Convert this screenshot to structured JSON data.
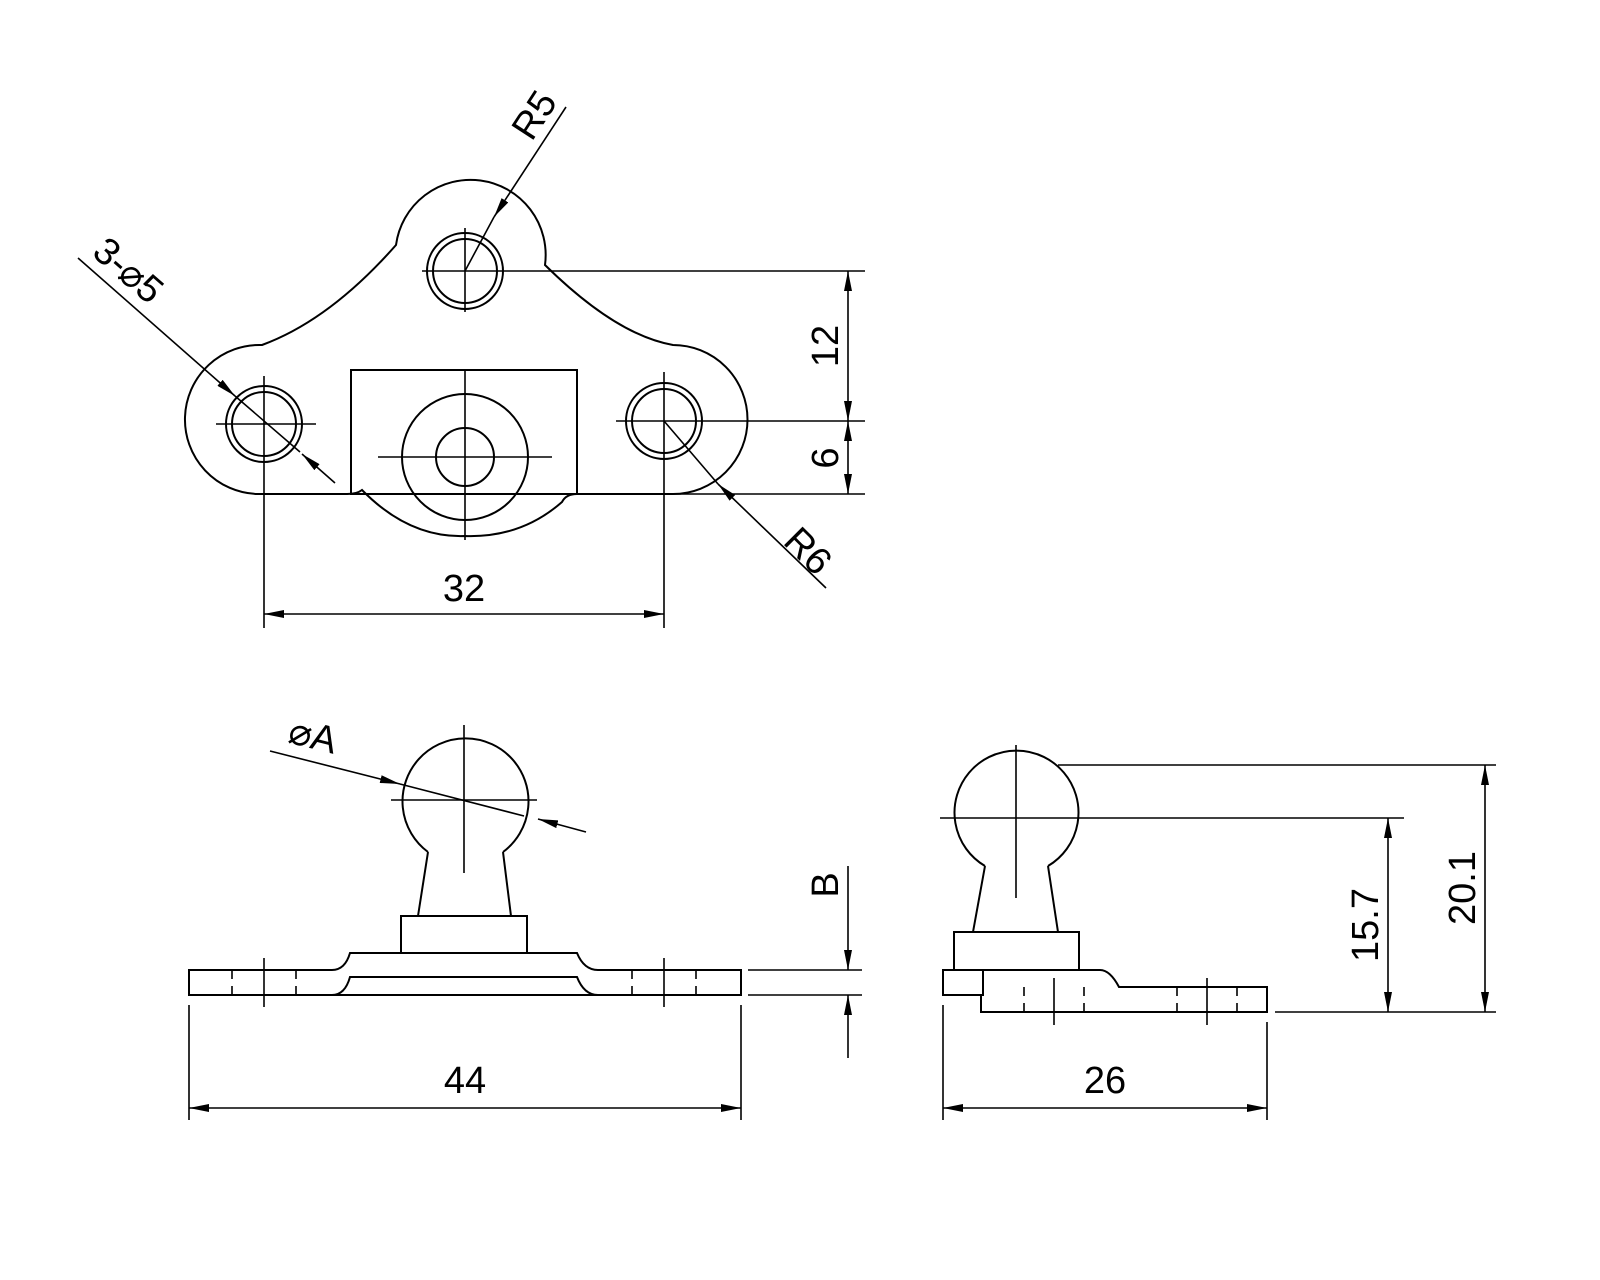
{
  "drawing": {
    "colors": {
      "line": "#000000",
      "background": "#ffffff"
    },
    "top_view": {
      "hole_callout": "3-⌀5",
      "radius_top": "R5",
      "radius_side": "R6",
      "dim_hole_spacing": "32",
      "dim_vertical_upper": "12",
      "dim_vertical_lower": "6"
    },
    "front_view": {
      "ball_diameter": "⌀A",
      "plate_thickness": "B",
      "dim_width": "44"
    },
    "side_view": {
      "dim_width": "26",
      "dim_center_height": "15.7",
      "dim_total_height": "20.1"
    }
  }
}
